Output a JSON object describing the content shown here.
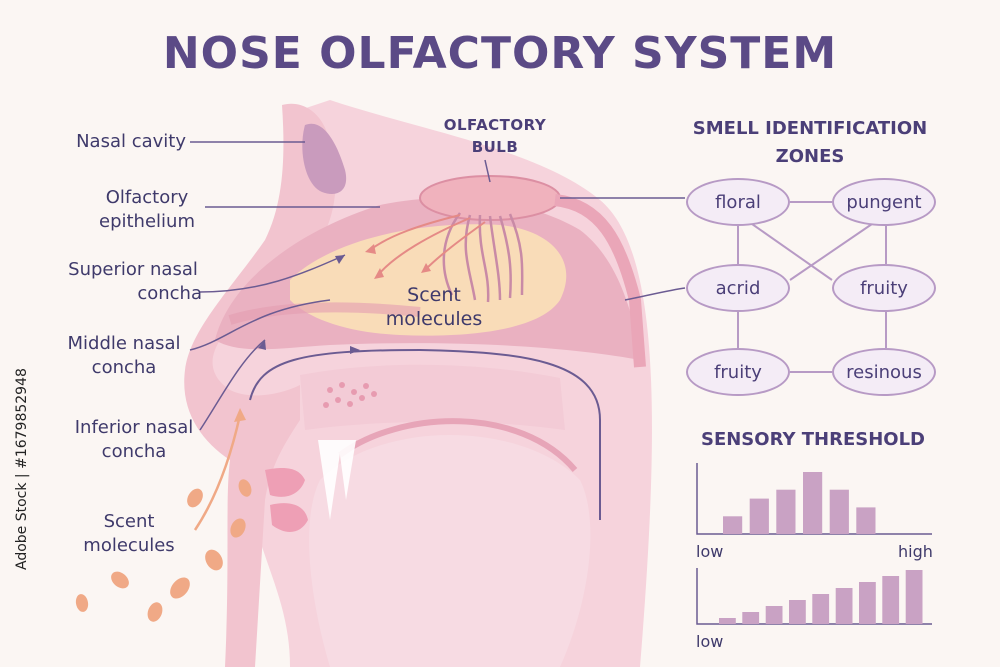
{
  "title": "NOSE OLFACTORY SYSTEM",
  "labels": {
    "nasal_cavity": "Nasal cavity",
    "olfactory_epithelium_line1": "Olfactory",
    "olfactory_epithelium_line2": "epithelium",
    "superior_line1": "Superior nasal",
    "superior_line2": "concha",
    "middle_line1": "Middle nasal",
    "middle_line2": "concha",
    "inferior_line1": "Inferior nasal",
    "inferior_line2": "concha",
    "scent_outer_line1": "Scent",
    "scent_outer_line2": "molecules",
    "scent_inner_line1": "Scent",
    "scent_inner_line2": "molecules",
    "olfactory_bulb_line1": "OLFACTORY",
    "olfactory_bulb_line2": "BULB"
  },
  "zones": {
    "title_line1": "SMELL IDENTIFICATION",
    "title_line2": "ZONES",
    "nodes": [
      "floral",
      "pungent",
      "acrid",
      "fruity",
      "fruity",
      "resinous"
    ]
  },
  "threshold": {
    "title": "SENSORY THRESHOLD",
    "low_label_1": "low",
    "high_label": "high",
    "low_label_2": "low"
  },
  "chart_data": [
    {
      "type": "bar",
      "values": [
        2,
        4,
        5,
        7,
        5,
        3
      ],
      "xlabel_left": "low",
      "xlabel_right": "high"
    },
    {
      "type": "bar",
      "values": [
        1,
        2,
        3,
        4,
        5,
        6,
        7,
        8,
        9
      ],
      "xlabel_left": "low"
    }
  ],
  "watermark": "Adobe Stock | #1679852948",
  "colors": {
    "title": "#5b4a86",
    "tissue": "#f2c4cf",
    "tissue_dark": "#e8a7b8",
    "epithelium": "#f9dcb8",
    "zone_border": "#b79ac5",
    "bar": "#c9a2c4",
    "scent_particle": "#f0a986",
    "line": "#6b5b92"
  }
}
